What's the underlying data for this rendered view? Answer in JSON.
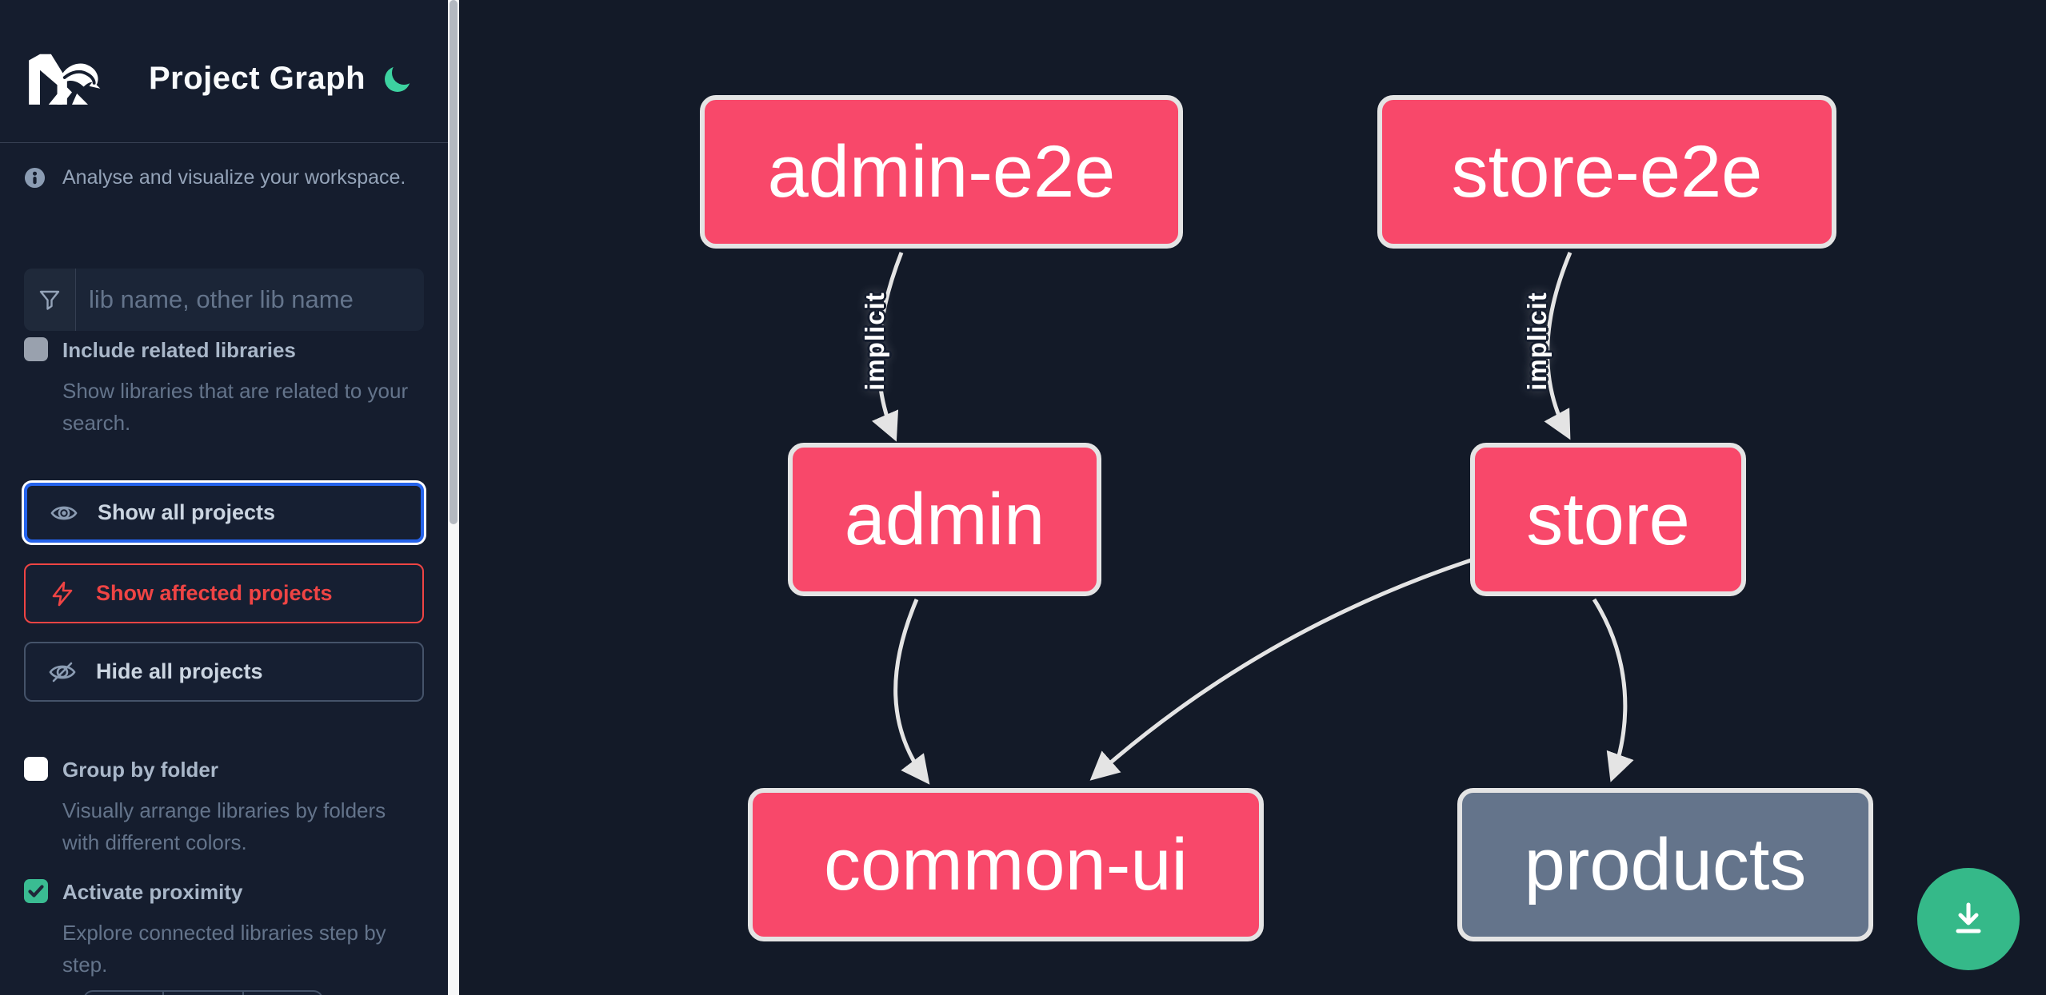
{
  "header": {
    "title": "Project Graph",
    "logo_icon": "nx-logo",
    "theme_icon": "moon-icon"
  },
  "sidebar": {
    "tagline": "Analyse and visualize your workspace.",
    "search": {
      "placeholder": "lib name, other lib name",
      "icon": "filter-funnel-icon",
      "value": ""
    },
    "checkboxes": [
      {
        "label": "Include related libraries",
        "description": "Show libraries that are related to your search.",
        "checked": false,
        "style": "gray"
      },
      {
        "label": "Group by folder",
        "description": "Visually arrange libraries by folders with different colors.",
        "checked": false,
        "style": "white"
      },
      {
        "label": "Activate proximity",
        "description": "Explore connected libraries step by step.",
        "checked": true,
        "style": "green"
      }
    ],
    "buttons": [
      {
        "label": "Show all projects",
        "icon": "eye-icon",
        "state": "focused"
      },
      {
        "label": "Show affected projects",
        "icon": "bolt-icon",
        "state": "affected"
      },
      {
        "label": "Hide all projects",
        "icon": "eye-off-icon",
        "state": "default"
      }
    ]
  },
  "graph": {
    "nodes": [
      {
        "id": "admin-e2e",
        "label": "admin-e2e",
        "type": "affected"
      },
      {
        "id": "store-e2e",
        "label": "store-e2e",
        "type": "affected"
      },
      {
        "id": "admin",
        "label": "admin",
        "type": "affected"
      },
      {
        "id": "store",
        "label": "store",
        "type": "affected"
      },
      {
        "id": "common-ui",
        "label": "common-ui",
        "type": "affected"
      },
      {
        "id": "products",
        "label": "products",
        "type": "normal"
      }
    ],
    "edges": [
      {
        "source": "admin-e2e",
        "target": "admin",
        "label": "implicit"
      },
      {
        "source": "store-e2e",
        "target": "store",
        "label": "implicit"
      },
      {
        "source": "admin",
        "target": "common-ui",
        "label": ""
      },
      {
        "source": "store",
        "target": "common-ui",
        "label": ""
      },
      {
        "source": "store",
        "target": "products",
        "label": ""
      }
    ]
  },
  "fab": {
    "icon": "download-icon"
  },
  "colors": {
    "background": "#131a28",
    "sidebar_background": "#151d2e",
    "node_affected": "#f8486a",
    "node_normal": "#64748b",
    "node_border": "#e4e4e4",
    "edge": "#e4e4e4",
    "accent_green": "#35b989",
    "focus_blue": "#2563eb",
    "alert_red": "#ef4444",
    "text_muted": "#94a3b8",
    "text_faint": "#64748b"
  }
}
